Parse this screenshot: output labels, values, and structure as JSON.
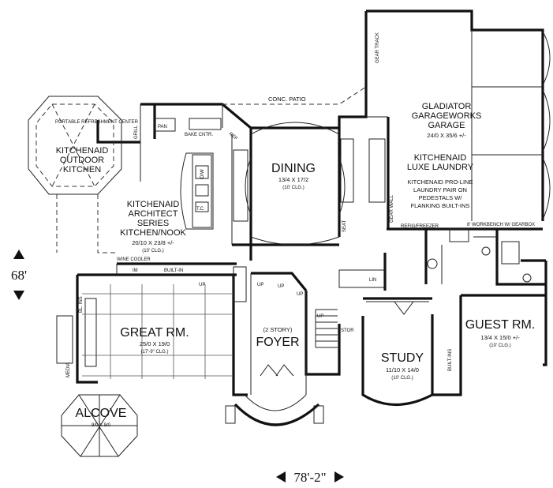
{
  "labels": {
    "conc_patio": "CONC. PATIO",
    "gear_track": "GEAR TRACK",
    "gear_wall": "GEAR WALL",
    "portable_refreshment": "PORTABLE REFRESHMENT CENTER",
    "grill": "GRILL",
    "pan": "PAN",
    "bake_cntr": "BAKE CNTR.",
    "ref": "REF",
    "dw": "D/W",
    "tc": "T.C.",
    "seat": "SEAT",
    "refig_freezer": "REFIG/FREEZER",
    "workbench": "8' WORKBENCH W/ GEARBOX",
    "wine_cooler": "WINE COOLER",
    "im": "IM",
    "built_in": "BUILT-IN",
    "bl_ins": "BL. INS",
    "media": "MEDIA",
    "up": "UP",
    "lin": "LIN",
    "stor": "STOR",
    "built_ins": "BUILT-INS"
  },
  "rooms": {
    "outdoor_kitchen": {
      "line1": "KITCHENAID",
      "line2": "OUTDOOR",
      "line3": "KITCHEN"
    },
    "kitchen": {
      "line1": "KITCHENAID",
      "line2": "ARCHITECT",
      "line3": "SERIES",
      "line4": "KITCHEN/NOOK",
      "size": "20/10 X 23/8 +/-",
      "clg": "(10' CLG.)"
    },
    "dining": {
      "name": "DINING",
      "size": "13/4 X 17/2",
      "clg": "(10' CLG.)"
    },
    "garage": {
      "line1": "GLADIATOR",
      "line2": "GARAGEWORKS",
      "line3": "GARAGE",
      "size": "24/0 X 35/6 +/-"
    },
    "laundry": {
      "line1": "KITCHENAID",
      "line2": "LUXE LAUNDRY",
      "note1": "KITCHENAID PRO-LINE",
      "note2": "LAUNDRY PAIR ON",
      "note3": "PEDESTALS W/",
      "note4": "FLANKING BUILT-INS"
    },
    "great_room": {
      "name": "GREAT RM.",
      "size": "25/0 X 19/0",
      "clg": "(17'-9\" CLG.)"
    },
    "foyer": {
      "line1": "(2 STORY)",
      "name": "FOYER"
    },
    "study": {
      "name": "STUDY",
      "size": "11/10 X 14/0",
      "clg": "(10' CLG.)"
    },
    "guest_room": {
      "name": "GUEST RM.",
      "size": "13/4 X 15/0 +/-",
      "clg": "(10' CLG.)"
    },
    "alcove": {
      "name": "ALCOVE",
      "size": "9/0 X 9/0"
    }
  },
  "dimensions": {
    "depth": "68'",
    "width": "78'-2\""
  }
}
